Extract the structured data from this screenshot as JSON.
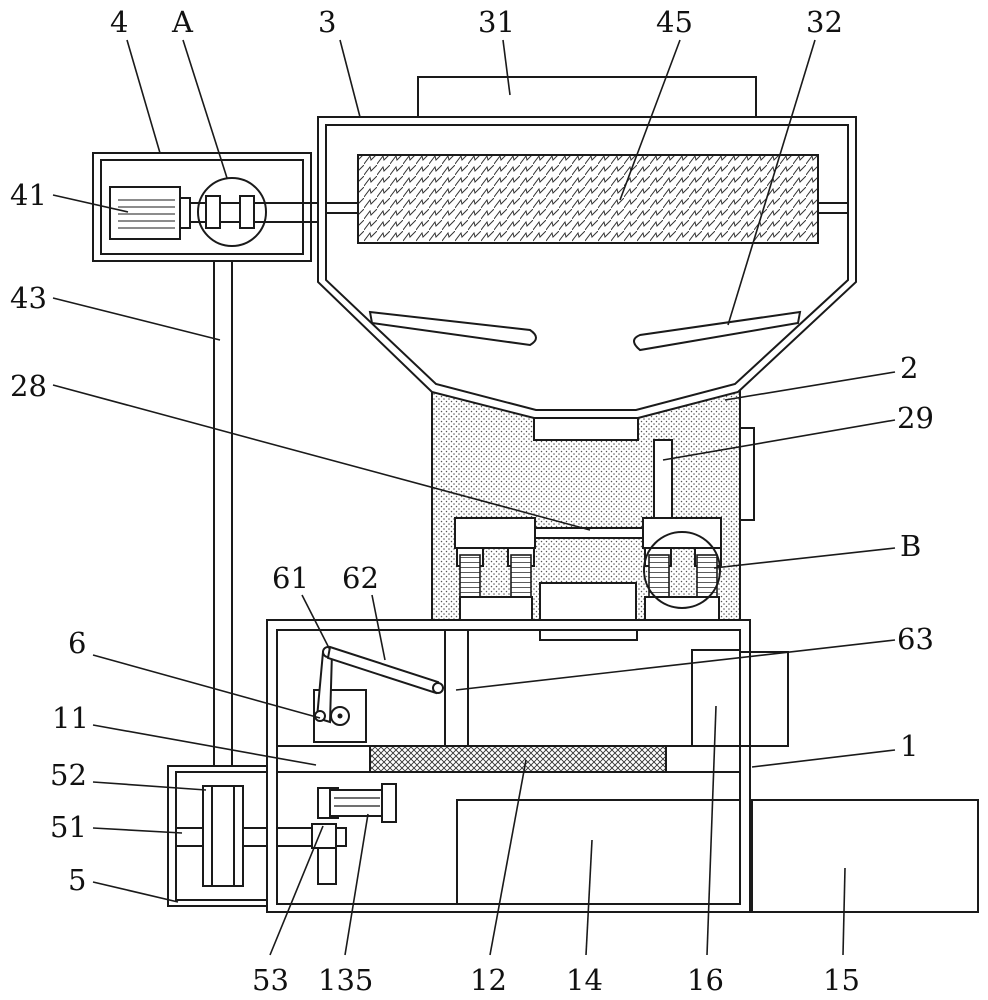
{
  "diagram": {
    "labels": {
      "l4": "4",
      "lA": "A",
      "l3": "3",
      "l31": "31",
      "l45": "45",
      "l32": "32",
      "l41": "41",
      "l43": "43",
      "l28": "28",
      "l2": "2",
      "l29": "29",
      "lB": "B",
      "l61": "61",
      "l62": "62",
      "l6": "6",
      "l63": "63",
      "l11": "11",
      "l1": "1",
      "l52": "52",
      "l51": "51",
      "l5": "5",
      "l53": "53",
      "l135": "135",
      "l12": "12",
      "l14": "14",
      "l16": "16",
      "l15": "15"
    }
  }
}
